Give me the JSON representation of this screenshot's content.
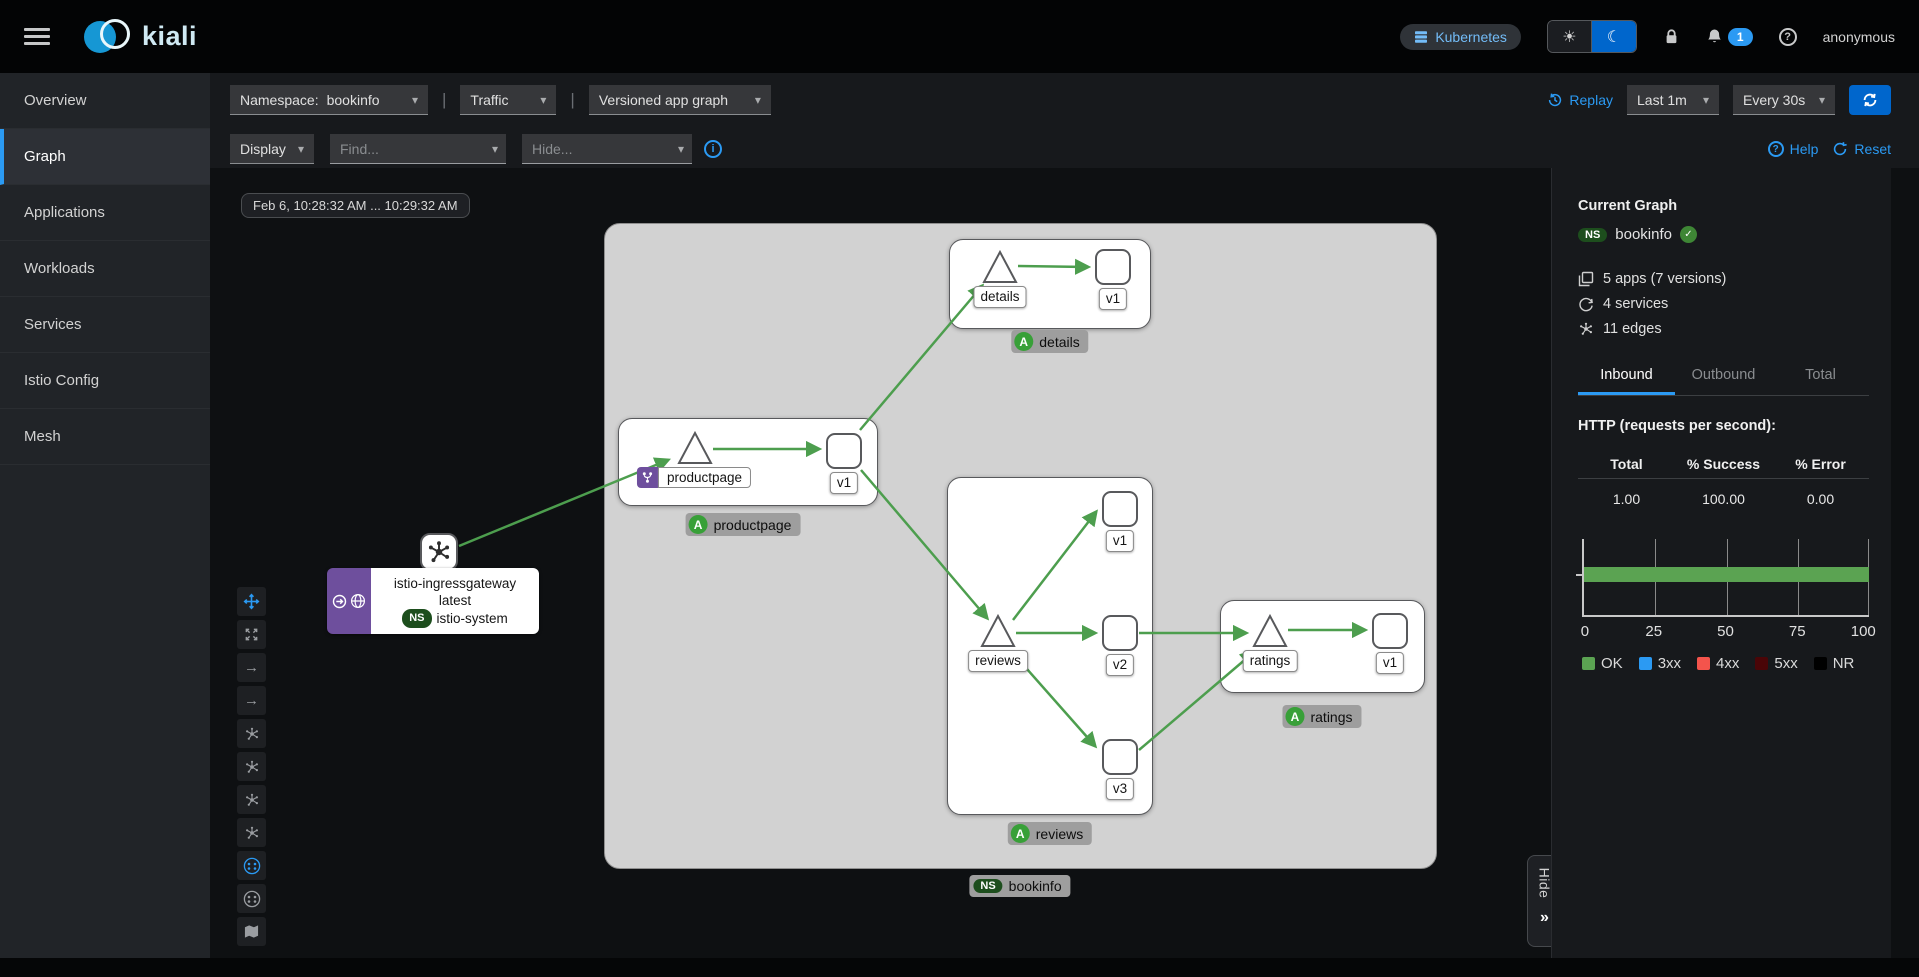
{
  "masthead": {
    "brand": "kiali",
    "cluster_badge": "Kubernetes",
    "notification_count": "1",
    "user": "anonymous"
  },
  "sidebar": {
    "items": [
      "Overview",
      "Graph",
      "Applications",
      "Workloads",
      "Services",
      "Istio Config",
      "Mesh"
    ],
    "active": "Graph"
  },
  "toolbar": {
    "namespace_label": "Namespace:",
    "namespace_value": "bookinfo",
    "traffic": "Traffic",
    "graph_type": "Versioned app graph",
    "replay": "Replay",
    "time_range": "Last 1m",
    "refresh_interval": "Every 30s",
    "display": "Display",
    "find_placeholder": "Find...",
    "hide_placeholder": "Hide...",
    "help": "Help",
    "reset": "Reset"
  },
  "icons": {
    "caret_down": "▾",
    "pipe": "|",
    "sun": "☀",
    "moon": "☾",
    "double_chevron": "»",
    "check": "✓",
    "question": "?",
    "info": "i",
    "arrow_right": "→"
  },
  "graph": {
    "time_label": "Feb 6, 10:28:32 AM ... 10:29:32 AM",
    "hide_tab": "Hide",
    "namespace_chip": {
      "badge": "NS",
      "label": "bookinfo"
    },
    "gateway": {
      "name": "istio-ingressgateway",
      "version": "latest",
      "ns_badge": "NS",
      "namespace": "istio-system"
    },
    "apps": {
      "badge": "A",
      "details": "details",
      "productpage": "productpage",
      "reviews": "reviews",
      "ratings": "ratings"
    },
    "nodes": {
      "details_app": "details",
      "details_v1": "v1",
      "productpage_app": "productpage",
      "productpage_v1": "v1",
      "reviews_app": "reviews",
      "reviews_v1": "v1",
      "reviews_v2": "v2",
      "reviews_v3": "v3",
      "ratings_app": "ratings",
      "ratings_v1": "v1"
    }
  },
  "summary": {
    "title": "Current Graph",
    "ns_badge": "NS",
    "namespace": "bookinfo",
    "stats": [
      "5 apps (7 versions)",
      "4 services",
      "11 edges"
    ],
    "tabs": [
      "Inbound",
      "Outbound",
      "Total"
    ],
    "active_tab": "Inbound",
    "http_heading": "HTTP (requests per second):",
    "table": {
      "headers": [
        "Total",
        "% Success",
        "% Error"
      ],
      "values": [
        "1.00",
        "100.00",
        "0.00"
      ]
    },
    "chart_data": {
      "type": "bar",
      "orientation": "horizontal",
      "title": "HTTP (requests per second)",
      "categories": [
        "inbound"
      ],
      "series": [
        {
          "name": "OK",
          "values": [
            100
          ],
          "color": "#5ba352"
        },
        {
          "name": "3xx",
          "values": [
            0
          ],
          "color": "#2b9af3"
        },
        {
          "name": "4xx",
          "values": [
            0
          ],
          "color": "#f4544c"
        },
        {
          "name": "5xx",
          "values": [
            0
          ],
          "color": "#4a0507"
        },
        {
          "name": "NR",
          "values": [
            0
          ],
          "color": "#000000"
        }
      ],
      "xticks": [
        "0",
        "25",
        "50",
        "75",
        "100"
      ],
      "xlim": [
        0,
        100
      ],
      "grid": true,
      "legend_position": "bottom"
    }
  },
  "colors": {
    "accent_blue": "#2b9af3",
    "refresh_blue": "#0066cc",
    "edge_green": "#4d9e4e",
    "success_green": "#3e8635",
    "app_badge_green": "#38a038",
    "ns_badge_green": "#1d4e1d",
    "node_purple": "#6e4f9d",
    "namespace_box_gray": "#d2d2d2"
  }
}
